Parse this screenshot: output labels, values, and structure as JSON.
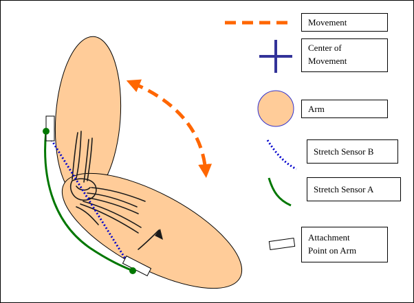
{
  "colors": {
    "arm_fill": "#FFCC99",
    "arm_stroke": "#000000",
    "movement": "#FF6600",
    "center_of_movement": "#333399",
    "stretch_sensor_a": "#007700",
    "stretch_sensor_b": "#0000CC",
    "sensor_node": "#007700",
    "attachment_fill": "#FFFFFF",
    "legend_circle_stroke": "#3333CC"
  },
  "icons": {
    "movement": "dashed-arrow-icon",
    "center_of_movement": "plus-cross-icon",
    "arm": "circle-icon",
    "stretch_sensor_b": "dotted-curve-icon",
    "stretch_sensor_a": "solid-curve-icon",
    "attachment_point": "rectangle-icon",
    "skeleton": "elbow-bones-sketch"
  },
  "legend": {
    "movement": {
      "lines": [
        "Movement"
      ]
    },
    "center_of_movement": {
      "lines": [
        "Center of",
        "Movement"
      ]
    },
    "arm": {
      "lines": [
        "Arm"
      ]
    },
    "stretch_sensor_b": {
      "lines": [
        "Stretch Sensor B"
      ]
    },
    "stretch_sensor_a": {
      "lines": [
        "Stretch Sensor A"
      ]
    },
    "attachment_point": {
      "lines": [
        "Attachment",
        "Point on Arm"
      ]
    }
  }
}
